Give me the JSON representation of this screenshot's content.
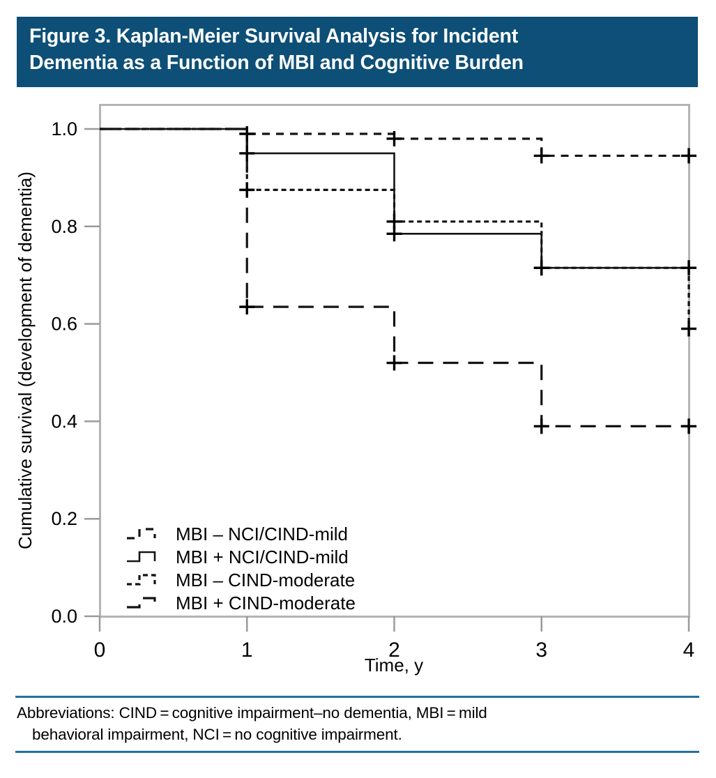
{
  "figure": {
    "title": "Figure 3. Kaplan-Meier Survival Analysis for Incident Dementia as a Function of MBI and Cognitive Burden",
    "title_line1": "Figure 3. Kaplan-Meier Survival Analysis for Incident",
    "title_line2": "Dementia as a Function of MBI and Cognitive Burden",
    "header_color": "#0d4f77",
    "rule_color": "#2171a0",
    "footnote_line1": "Abbreviations: CIND = cognitive impairment–no dementia, MBI = mild",
    "footnote_line2": "behavioral impairment, NCI = no cognitive impairment."
  },
  "chart_data": {
    "type": "line",
    "title": "Kaplan-Meier Survival Analysis for Incident Dementia as a Function of MBI and Cognitive Burden",
    "xlabel": "Time, y",
    "ylabel": "Cumulative survival (development of dementia)",
    "xlim": [
      0,
      4
    ],
    "ylim": [
      0.0,
      1.0
    ],
    "xticks": [
      "0",
      "1",
      "2",
      "3",
      "4"
    ],
    "xtick_values": [
      0,
      1,
      2,
      3,
      4
    ],
    "yticks": [
      "0.0",
      "0.2",
      "0.4",
      "0.6",
      "0.8",
      "1.0"
    ],
    "ytick_values": [
      0.0,
      0.2,
      0.4,
      0.6,
      0.8,
      1.0
    ],
    "grid": false,
    "step": "post",
    "legend_position": "lower-left-inside",
    "series": [
      {
        "name": "MBI – NCI/CIND-mild",
        "style": "dotted-medium",
        "x": [
          0,
          1,
          2,
          3,
          4
        ],
        "y": [
          1.0,
          0.99,
          0.98,
          0.945,
          0.945
        ],
        "censor_x": [
          1,
          2,
          3,
          4
        ],
        "censor_y": [
          0.99,
          0.98,
          0.945,
          0.945
        ]
      },
      {
        "name": "MBI + NCI/CIND-mild",
        "style": "solid",
        "x": [
          0,
          1,
          2,
          3,
          4
        ],
        "y": [
          1.0,
          0.95,
          0.785,
          0.715,
          0.715
        ],
        "censor_x": [
          1,
          2,
          3,
          4
        ],
        "censor_y": [
          0.95,
          0.785,
          0.715,
          0.715
        ]
      },
      {
        "name": "MBI – CIND-moderate",
        "style": "dotted-fine",
        "x": [
          0,
          1,
          2,
          3,
          4
        ],
        "y": [
          1.0,
          0.875,
          0.81,
          0.715,
          0.59
        ],
        "censor_x": [
          1,
          2,
          3,
          4
        ],
        "censor_y": [
          0.875,
          0.81,
          0.715,
          0.59
        ]
      },
      {
        "name": "MBI + CIND-moderate",
        "style": "dashed-long",
        "x": [
          0,
          1,
          2,
          3,
          4
        ],
        "y": [
          1.0,
          0.635,
          0.52,
          0.39,
          0.39
        ],
        "censor_x": [
          1,
          2,
          3,
          4
        ],
        "censor_y": [
          0.635,
          0.52,
          0.39,
          0.39
        ]
      }
    ],
    "legend": [
      {
        "label": "MBI – NCI/CIND-mild",
        "style": "dotted-medium"
      },
      {
        "label": "MBI + NCI/CIND-mild",
        "style": "solid"
      },
      {
        "label": "MBI – CIND-moderate",
        "style": "dotted-fine"
      },
      {
        "label": "MBI + CIND-moderate",
        "style": "dashed-long"
      }
    ]
  }
}
